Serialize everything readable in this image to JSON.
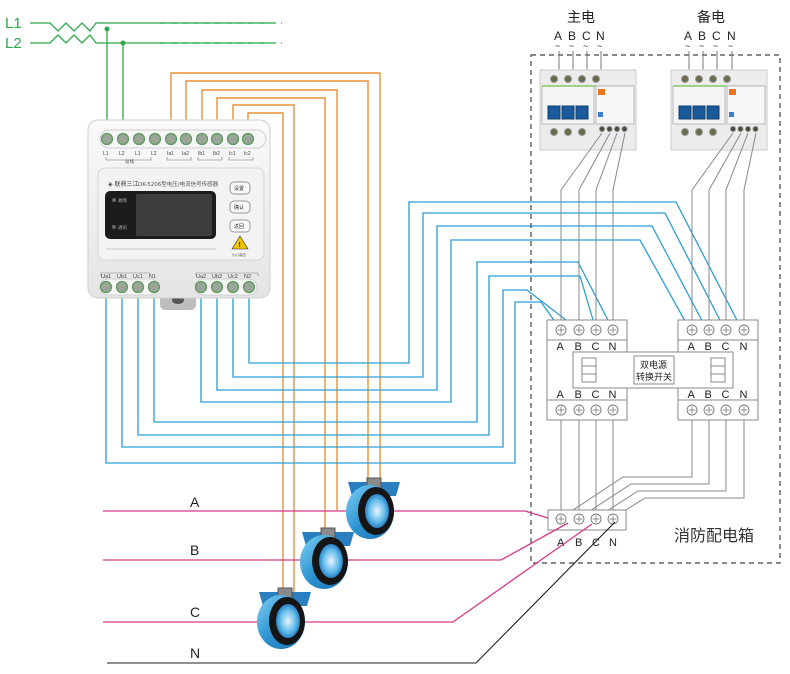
{
  "diagram": {
    "title": "Dual power transfer switch voltage/current monitoring wiring",
    "supply": {
      "lines": [
        "L1",
        "L2"
      ]
    },
    "transmitter": {
      "brand": "DK-5206型电压/电流信号传感器",
      "brand_logo_text": "◈ 联鼎三江",
      "indicators": [
        {
          "label": "故障"
        },
        {
          "label": "通讯"
        }
      ],
      "buttons": [
        "设置",
        "确认",
        "返回"
      ],
      "warning_text": "小心高压",
      "top_terminals": [
        "L1",
        "L2",
        "L1",
        "L2",
        "Ia1",
        "Ia2",
        "Ib1",
        "Ib2",
        "Ic1",
        "Ic2"
      ],
      "top_group_label": "总线",
      "bottom_terminals_left": [
        "Ua1",
        "Ub1",
        "Uc1",
        "N1"
      ],
      "bottom_terminals_right": [
        "Ua2",
        "Ub2",
        "Uc2",
        "N2"
      ]
    },
    "main_power": {
      "label": "主电",
      "phases": [
        "A",
        "B",
        "C",
        "N"
      ],
      "tilde": "~"
    },
    "backup_power": {
      "label": "备电",
      "phases": [
        "A",
        "B",
        "C",
        "N"
      ],
      "tilde": "~"
    },
    "ats": {
      "label_line1": "双电源",
      "label_line2": "转换开关",
      "left_top_labels": [
        "A",
        "B",
        "C",
        "N"
      ],
      "left_bottom_labels": [
        "A",
        "B",
        "C",
        "N"
      ],
      "right_top_labels": [
        "A",
        "B",
        "C",
        "N"
      ],
      "right_bottom_labels": [
        "A",
        "B",
        "C",
        "N"
      ]
    },
    "output_block": {
      "labels": [
        "A",
        "B",
        "C",
        "N"
      ]
    },
    "enclosure_label": "消防配电箱",
    "load_lines": [
      "A",
      "B",
      "C",
      "N"
    ],
    "colors": {
      "supply_wire": "#2aa84a",
      "current_wire": "#e8913a",
      "voltage_wire": "#2a9fd6",
      "load_phase": "#d63a8a",
      "neutral": "#222222",
      "internal_wire": "#888888",
      "enclosure": "#444444"
    }
  }
}
